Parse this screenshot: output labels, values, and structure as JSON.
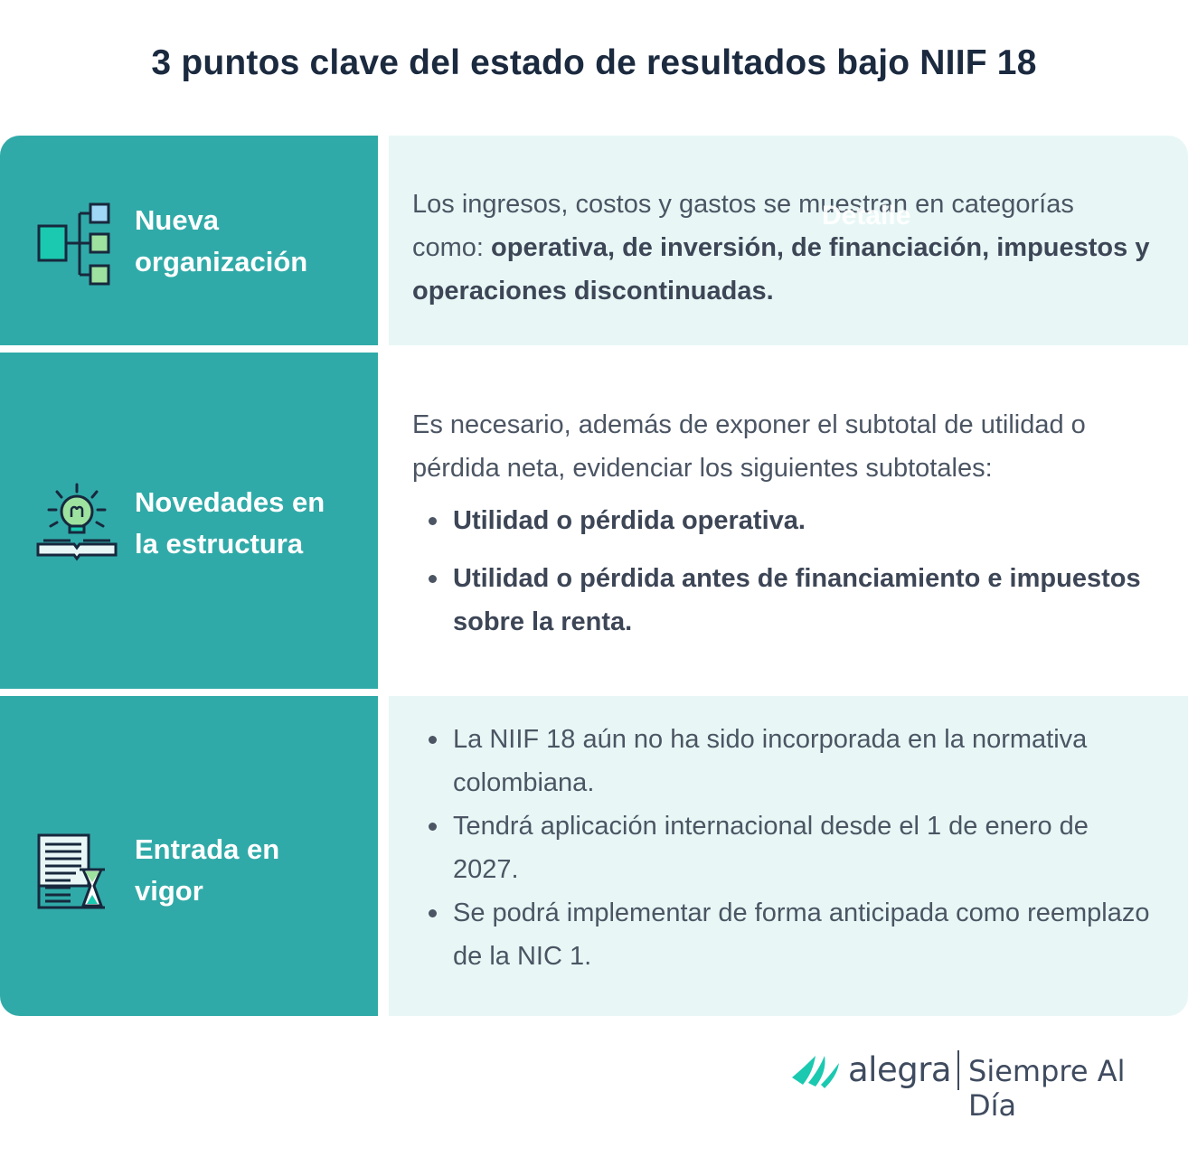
{
  "title": "3 puntos clave del estado de resultados bajo NIIF 18",
  "header_ghost": "Detalle",
  "rows": [
    {
      "icon": "organization-chart-icon",
      "label_line1": "Nueva",
      "label_line2": "organización",
      "detail_intro": "Los ingresos, costos y gastos se muestran en categorías como: ",
      "detail_bold": "operativa, de inversión, de financiación, impuestos y operaciones discontinuadas."
    },
    {
      "icon": "lightbulb-book-icon",
      "label_line1": "Novedades en",
      "label_line2": "la estructura",
      "detail_intro": "Es necesario, además de exponer el subtotal de utilidad o pérdida neta, evidenciar los siguientes subtotales:",
      "bullets": [
        "Utilidad o pérdida operativa.",
        "Utilidad o pérdida antes de financiamiento e impuestos sobre la renta."
      ]
    },
    {
      "icon": "document-hourglass-icon",
      "label_line1": "Entrada en",
      "label_line2": "vigor",
      "bullets": [
        "La NIIF 18 aún no ha sido incorporada en la normativa colombiana.",
        "Tendrá aplicación internacional desde el 1 de enero de 2027.",
        "Se podrá implementar de forma anticipada como reemplazo de la NIC 1."
      ]
    }
  ],
  "footer": {
    "logo_icon": "alegra-logo-icon",
    "brand": "alegra",
    "tagline": "Siempre Al Día"
  },
  "colors": {
    "label_bg": "#30aaa8",
    "detail_bg": "#e8f7f6",
    "title": "#1b2a3f",
    "text": "#4b5563"
  }
}
